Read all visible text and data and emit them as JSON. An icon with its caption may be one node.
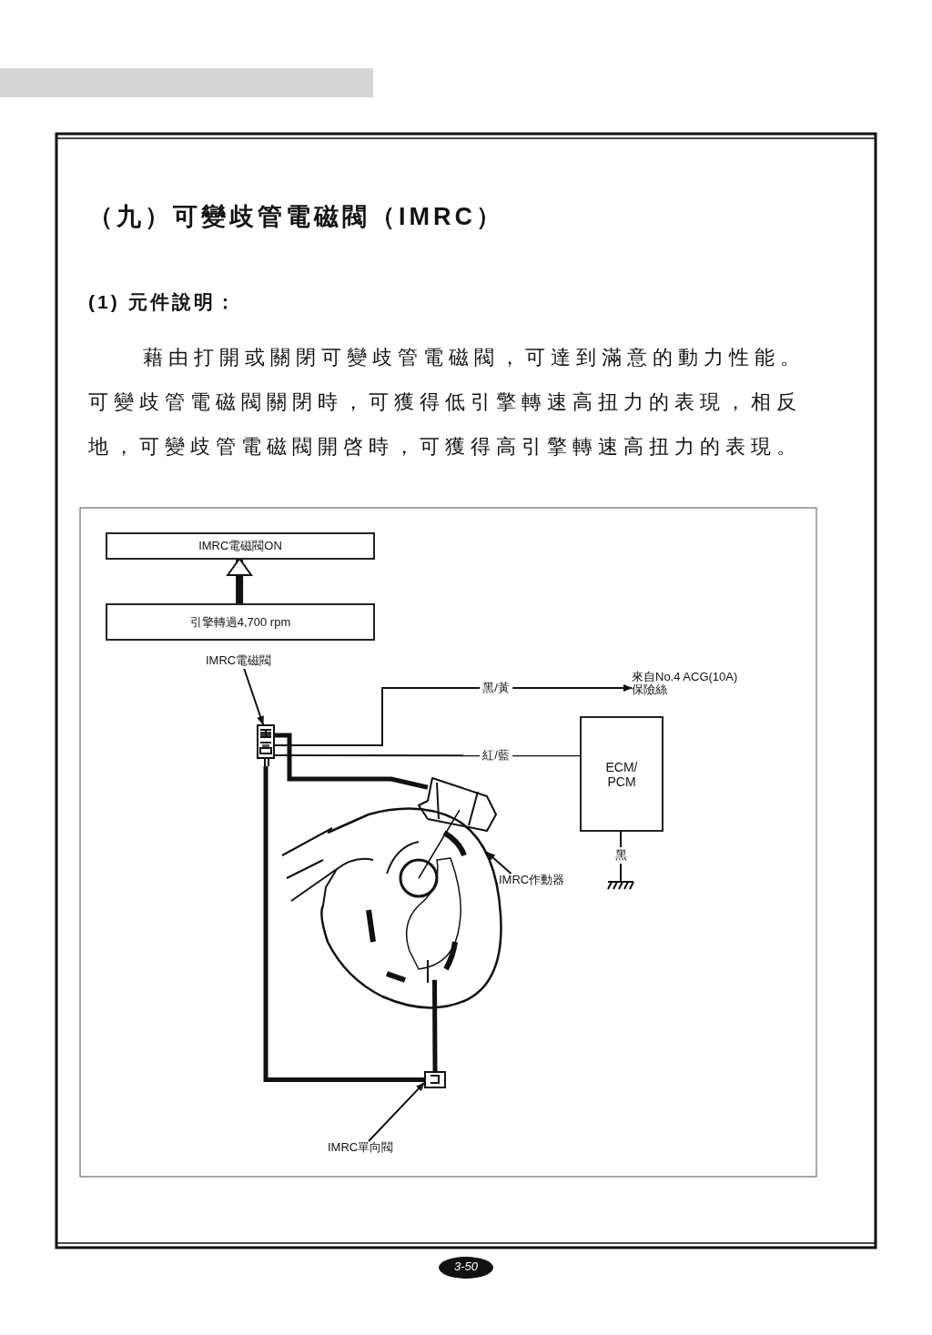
{
  "diagram": {
    "title": "（九）可變歧管電磁閥（IMRC）",
    "nodes": [
      {
        "text": [
          "IMRC電磁閥ON"
        ]
      },
      {
        "text": [
          "引擎轉過4,700 rpm"
        ]
      },
      {
        "text": [
          "IMRC電磁閥"
        ]
      },
      {
        "text": [],
        "shape": "picture"
      },
      {
        "text": [
          "來自No.4 ACG(10A) 保險絲"
        ]
      },
      {
        "text": [
          "ECM/ PCM"
        ]
      },
      {
        "text": [],
        "shape": "picture"
      },
      {
        "text": [
          "IMRC作動器"
        ]
      },
      {
        "text": [],
        "shape": "picture"
      },
      {
        "text": [
          "IMRC單向閥"
        ]
      },
      {
        "text": [],
        "shape": "box"
      }
    ],
    "edges": [
      {
        "from": 1,
        "to": 0,
        "arrow": "to",
        "style": "thick"
      },
      {
        "from": 2,
        "to": 3,
        "arrow": "to"
      },
      {
        "from": 3,
        "to": 4,
        "arrow": "to",
        "label": "黑/黃"
      },
      {
        "from": 3,
        "to": 5,
        "arrow": "none",
        "label": "紅/藍"
      },
      {
        "from": 5,
        "to": 6,
        "arrow": "none",
        "label": "黑"
      },
      {
        "from": 7,
        "to": 8,
        "arrow": "to"
      },
      {
        "from": 9,
        "to": 10,
        "arrow": "to"
      },
      {
        "from": 3,
        "to": 8,
        "arrow": "none",
        "style": "thick"
      },
      {
        "from": 3,
        "to": 10,
        "arrow": "none",
        "style": "thick"
      },
      {
        "from": 10,
        "to": 8,
        "arrow": "none",
        "style": "thick"
      }
    ],
    "labels": [
      "(1) 元件說明：",
      "藉由打開或關閉可變歧管電磁閥，可達到滿意的動力性能。可變歧管電磁閥關閉時，可獲得低引擎轉速高扭力的表現，相反地，可變歧管電磁閥開啓時，可獲得高引擎轉速高扭力的表現。",
      "3-50"
    ]
  }
}
